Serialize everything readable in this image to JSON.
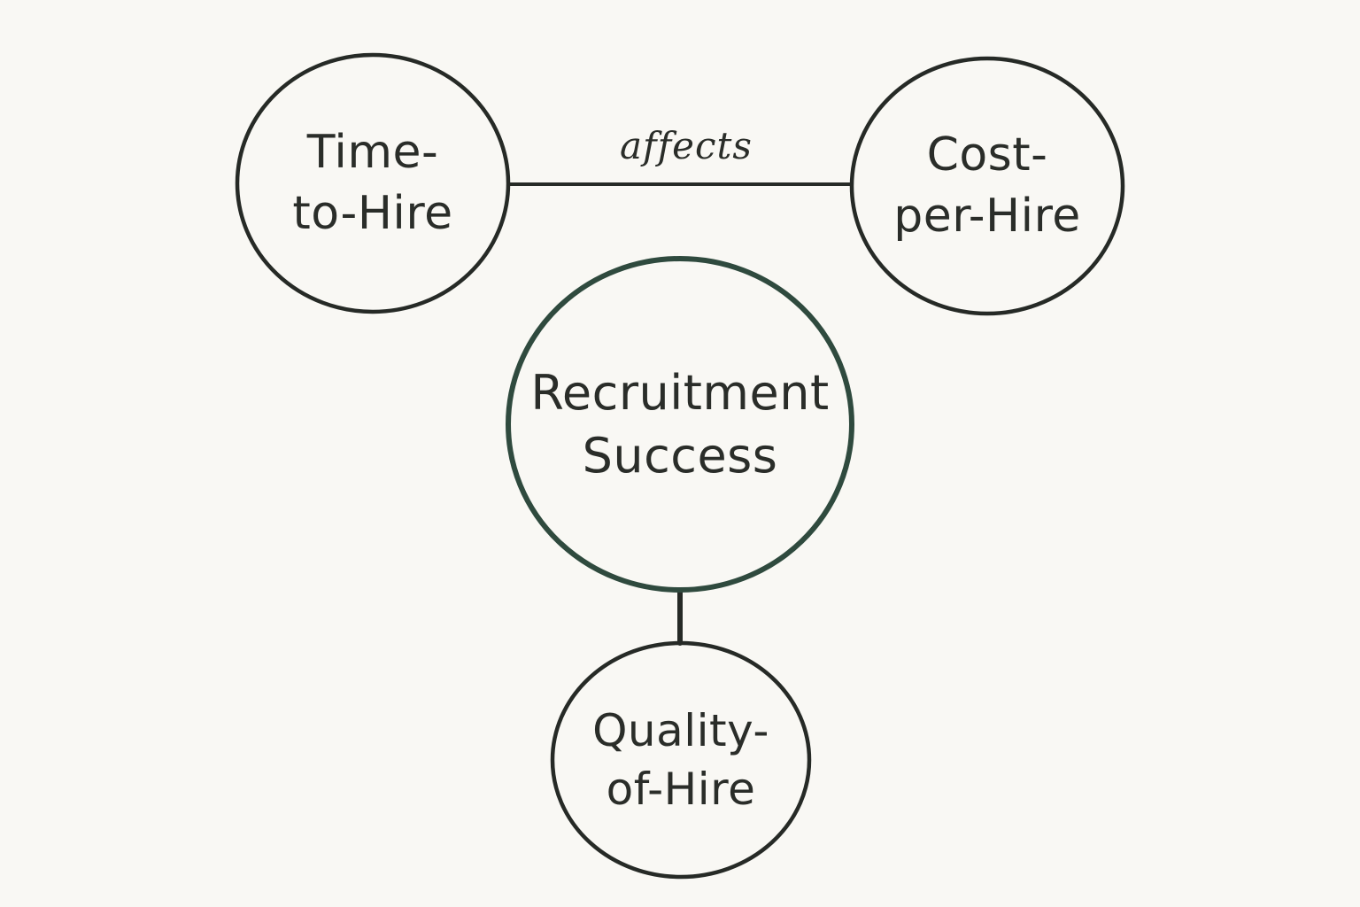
{
  "diagram": {
    "nodes": {
      "time_to_hire": {
        "line1": "Time-",
        "line2": "to-Hire"
      },
      "cost_per_hire": {
        "line1": "Cost-",
        "line2": "per-Hire"
      },
      "recruitment_success": {
        "line1": "Recruitment",
        "line2": "Success"
      },
      "quality_of_hire": {
        "line1": "Quality-",
        "line2": "of-Hire"
      }
    },
    "edges": {
      "time_cost_label": "affects"
    }
  },
  "colors": {
    "background": "#f9f8f4",
    "node_stroke": "#262a26",
    "center_stroke": "#2f4a3e",
    "text": "#2a2d29"
  }
}
